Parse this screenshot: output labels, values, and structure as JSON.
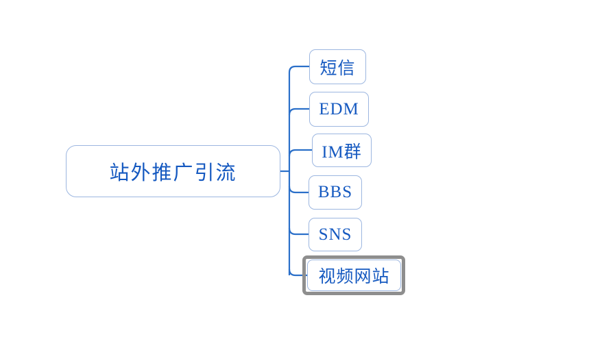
{
  "diagram": {
    "type": "mindmap",
    "title_text": "站外推广引流",
    "orientation": "left-to-right",
    "background_color": "#ffffff",
    "node_border_color": "#9cb6e0",
    "node_text_color": "#1559c0",
    "connector_color": "#2a6fc9",
    "selection_border_color": "#8e8e8e",
    "root": {
      "label": "站外推广引流",
      "selected": false
    },
    "children": [
      {
        "label": "短信",
        "selected": false
      },
      {
        "label": "EDM",
        "selected": false
      },
      {
        "label": "IM群",
        "selected": false
      },
      {
        "label": "BBS",
        "selected": false
      },
      {
        "label": "SNS",
        "selected": false
      },
      {
        "label": "视频网站",
        "selected": true
      }
    ]
  }
}
